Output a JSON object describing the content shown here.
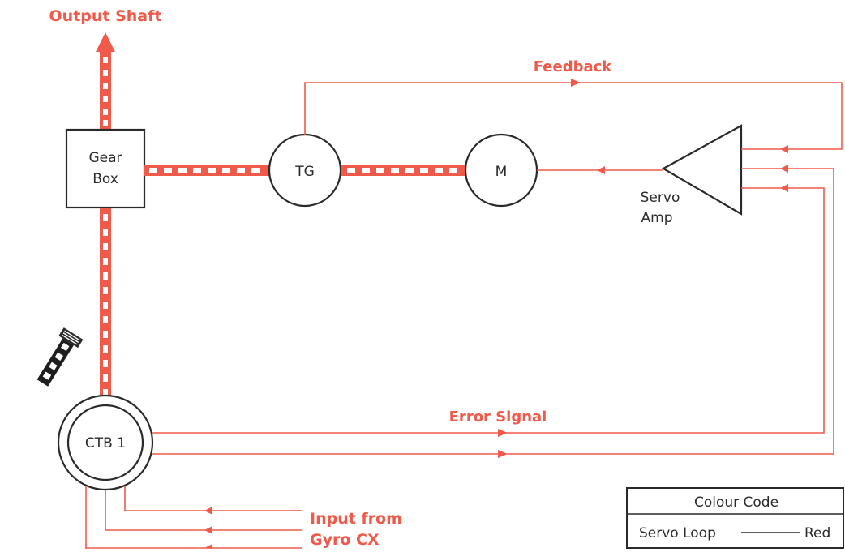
{
  "colors": {
    "accent": "#ef5a4a",
    "ink": "#2a2a2a",
    "background": "#ffffff"
  },
  "labels": {
    "output_shaft": "Output Shaft",
    "feedback": "Feedback",
    "gear_box_line1": "Gear",
    "gear_box_line2": "Box",
    "tg": "TG",
    "motor": "M",
    "servo_amp_line1": "Servo",
    "servo_amp_line2": "Amp",
    "error_signal": "Error Signal",
    "ctb": "CTB 1",
    "input_line1": "Input from",
    "input_line2": "Gyro CX"
  },
  "legend": {
    "title": "Colour Code",
    "item_label": "Servo Loop",
    "item_color_name": "Red"
  }
}
